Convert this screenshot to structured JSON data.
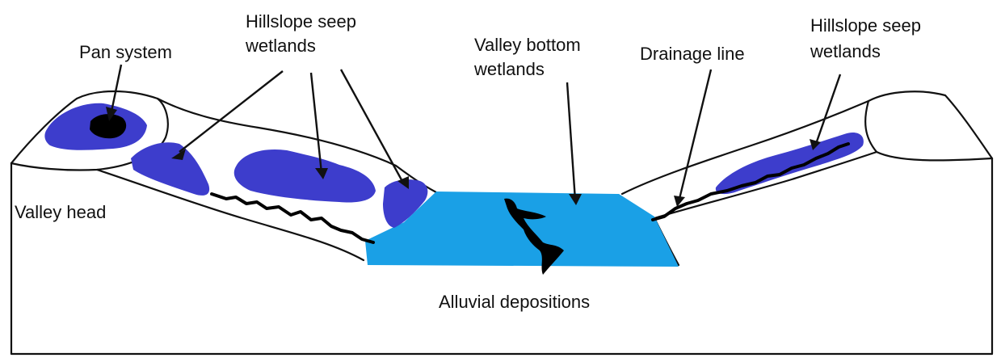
{
  "labels": {
    "pan_system": "Pan system",
    "hillslope_left_line1": "Hillslope seep",
    "hillslope_left_line2": "wetlands",
    "valley_bottom_line1": "Valley bottom",
    "valley_bottom_line2": "wetlands",
    "drainage_line": "Drainage line",
    "hillslope_right_line1": "Hillslope seep",
    "hillslope_right_line2": "wetlands",
    "valley_head": "Valley head",
    "alluvial": "Alluvial depositions"
  },
  "colors": {
    "seep_wetland": "#3d3dcc",
    "valley_bottom": "#1aa0e6",
    "pan": "#000000",
    "outline": "#111111",
    "background": "#ffffff"
  }
}
